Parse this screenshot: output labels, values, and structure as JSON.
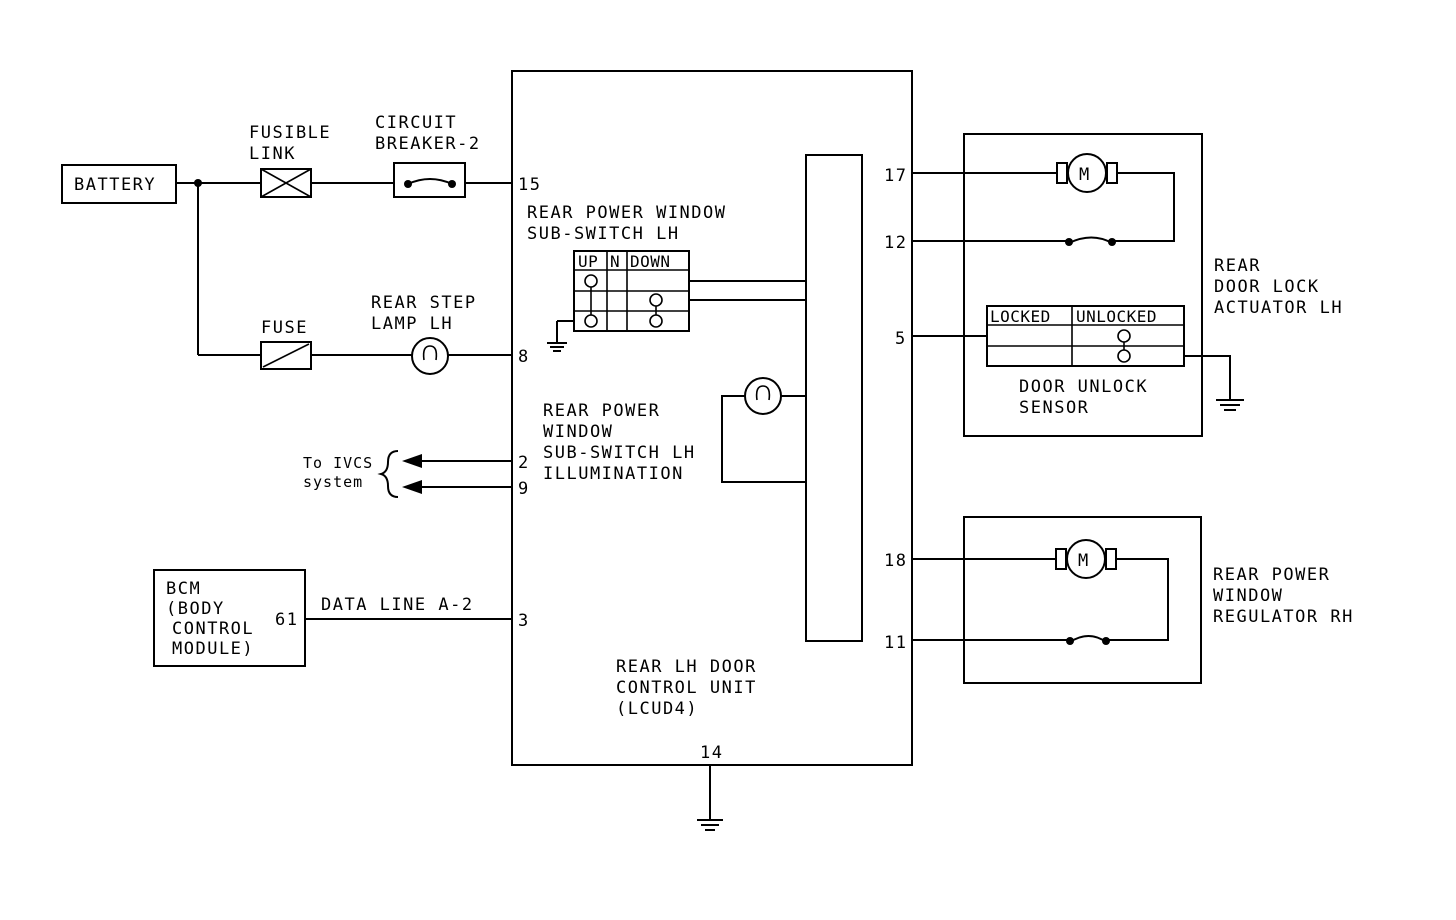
{
  "battery": {
    "label": "BATTERY"
  },
  "fusible_link": {
    "line1": "FUSIBLE",
    "line2": "LINK"
  },
  "circuit_breaker": {
    "line1": "CIRCUIT",
    "line2": "BREAKER-2"
  },
  "fuse": {
    "label": "FUSE"
  },
  "rear_step_lamp": {
    "line1": "REAR STEP",
    "line2": "LAMP LH"
  },
  "ivcs": {
    "line1": "To IVCS",
    "line2": "system"
  },
  "bcm": {
    "line1": "BCM",
    "line2": "(BODY",
    "line3": "CONTROL",
    "line4": "MODULE)",
    "pin": "61"
  },
  "data_line": {
    "label": "DATA LINE A-2"
  },
  "control_unit": {
    "line1": "REAR LH DOOR",
    "line2": "CONTROL UNIT",
    "line3": "(LCUD4)",
    "pins": {
      "p15": "15",
      "p8": "8",
      "p2": "2",
      "p9": "9",
      "p3": "3",
      "p14": "14",
      "p17": "17",
      "p12": "12",
      "p5": "5",
      "p18": "18",
      "p11": "11"
    }
  },
  "sub_switch": {
    "line1": "REAR POWER WINDOW",
    "line2": "SUB-SWITCH LH",
    "headers": {
      "up": "UP",
      "n": "N",
      "down": "DOWN"
    }
  },
  "illumination": {
    "line1": "REAR POWER",
    "line2": "WINDOW",
    "line3": "SUB-SWITCH LH",
    "line4": "ILLUMINATION"
  },
  "door_lock_actuator": {
    "line1": "REAR",
    "line2": "DOOR LOCK",
    "line3": "ACTUATOR LH",
    "motor": "M",
    "table": {
      "locked": "LOCKED",
      "unlocked": "UNLOCKED"
    },
    "sensor_line1": "DOOR UNLOCK",
    "sensor_line2": "SENSOR"
  },
  "window_regulator": {
    "line1": "REAR POWER",
    "line2": "WINDOW",
    "line3": "REGULATOR RH",
    "motor": "M"
  }
}
